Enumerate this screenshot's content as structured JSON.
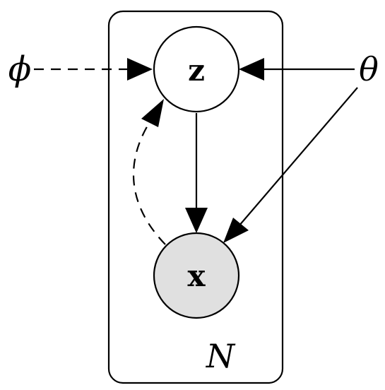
{
  "nodes": {
    "z": {
      "label": "z",
      "observed": false
    },
    "x": {
      "label": "x",
      "observed": true
    }
  },
  "params": {
    "phi": "ϕ",
    "theta": "θ"
  },
  "plate": {
    "label": "N"
  },
  "colors": {
    "stroke": "#000000",
    "observed_fill": "#e0e0e0",
    "latent_fill": "#ffffff"
  }
}
